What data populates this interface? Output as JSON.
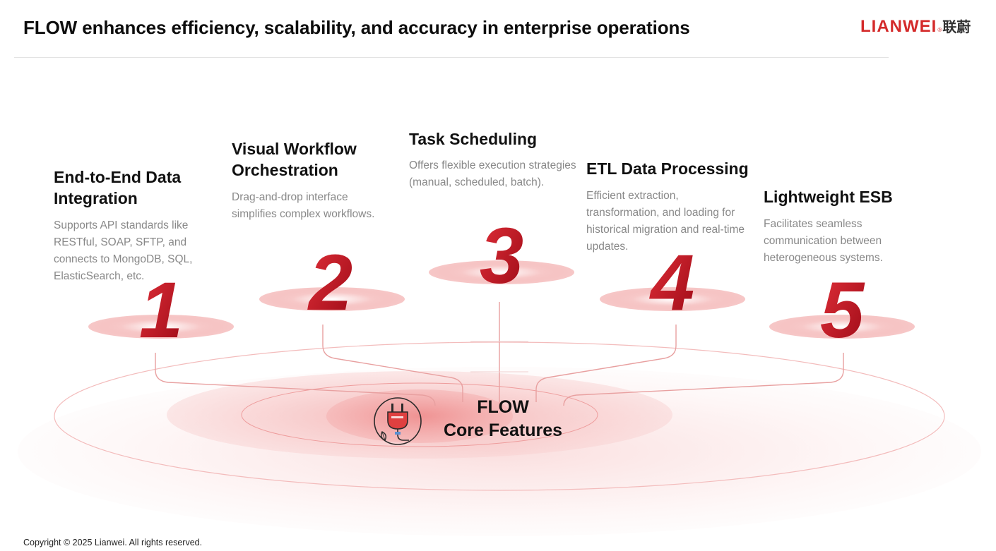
{
  "header": {
    "title": "FLOW enhances efficiency, scalability, and accuracy in enterprise operations",
    "logo_latin": "LIANWEI",
    "logo_reg": "®",
    "logo_cjk": "联蔚"
  },
  "features": [
    {
      "title": "End-to-End Data Integration",
      "description": "Supports API standards like RESTful, SOAP, SFTP, and connects to MongoDB, SQL, ElasticSearch, etc.",
      "number": "1"
    },
    {
      "title": "Visual Workflow Orchestration",
      "description": "Drag-and-drop interface simplifies complex workflows.",
      "number": "2"
    },
    {
      "title": "Task Scheduling",
      "description": "Offers flexible execution strategies (manual, scheduled, batch).",
      "number": "3"
    },
    {
      "title": "ETL Data Processing",
      "description": "Efficient extraction, transformation, and loading for historical migration and real-time updates.",
      "number": "4"
    },
    {
      "title": "Lightweight ESB",
      "description": "Facilitates seamless communication between heterogeneous systems.",
      "number": "5"
    }
  ],
  "center": {
    "line1": "FLOW",
    "line2": "Core Features",
    "icon": "plug-icon"
  },
  "footer": {
    "copyright": "Copyright © 2025 Lianwei. All rights reserved."
  },
  "colors": {
    "accent": "#d42a2a",
    "number_dark": "#b8101b",
    "line": "#e8a0a0"
  }
}
